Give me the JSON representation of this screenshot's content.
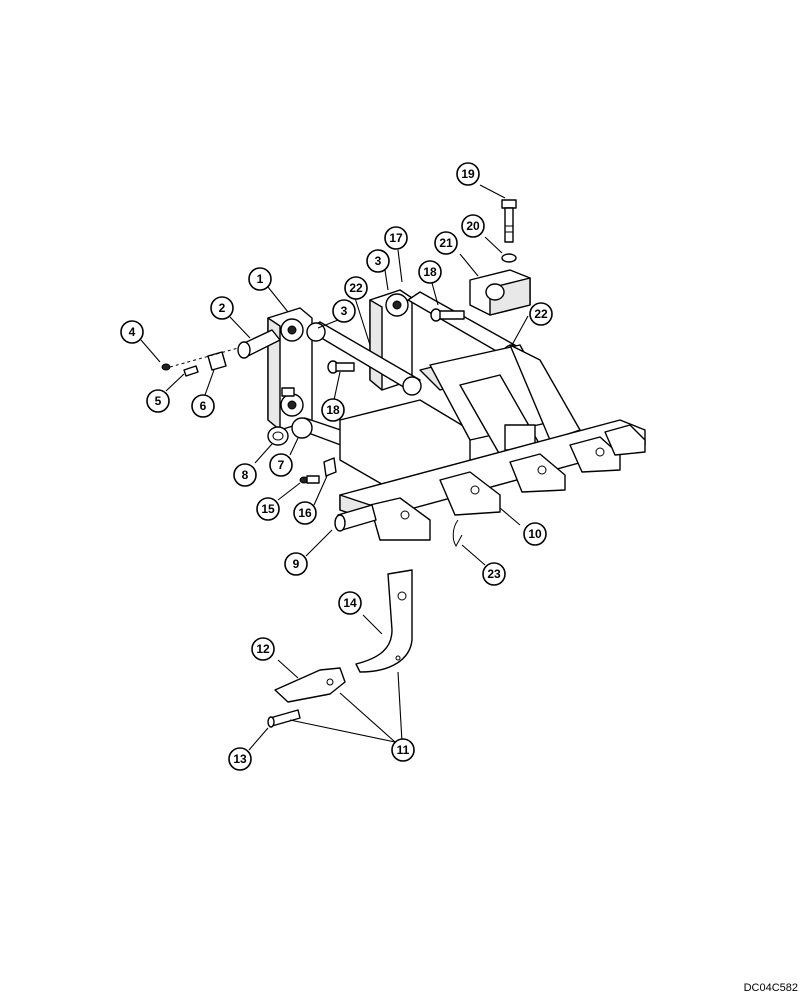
{
  "callouts": [
    {
      "id": "c1",
      "label": "1"
    },
    {
      "id": "c2",
      "label": "2"
    },
    {
      "id": "c3a",
      "label": "3"
    },
    {
      "id": "c3b",
      "label": "3"
    },
    {
      "id": "c4",
      "label": "4"
    },
    {
      "id": "c5",
      "label": "5"
    },
    {
      "id": "c6",
      "label": "6"
    },
    {
      "id": "c7",
      "label": "7"
    },
    {
      "id": "c8",
      "label": "8"
    },
    {
      "id": "c9",
      "label": "9"
    },
    {
      "id": "c10",
      "label": "10"
    },
    {
      "id": "c11",
      "label": "11"
    },
    {
      "id": "c12",
      "label": "12"
    },
    {
      "id": "c13",
      "label": "13"
    },
    {
      "id": "c14",
      "label": "14"
    },
    {
      "id": "c15",
      "label": "15"
    },
    {
      "id": "c16",
      "label": "16"
    },
    {
      "id": "c17",
      "label": "17"
    },
    {
      "id": "c18a",
      "label": "18"
    },
    {
      "id": "c18b",
      "label": "18"
    },
    {
      "id": "c19",
      "label": "19"
    },
    {
      "id": "c20",
      "label": "20"
    },
    {
      "id": "c21",
      "label": "21"
    },
    {
      "id": "c22a",
      "label": "22"
    },
    {
      "id": "c22b",
      "label": "22"
    },
    {
      "id": "c23",
      "label": "23"
    }
  ],
  "reference_code": "DC04C582"
}
